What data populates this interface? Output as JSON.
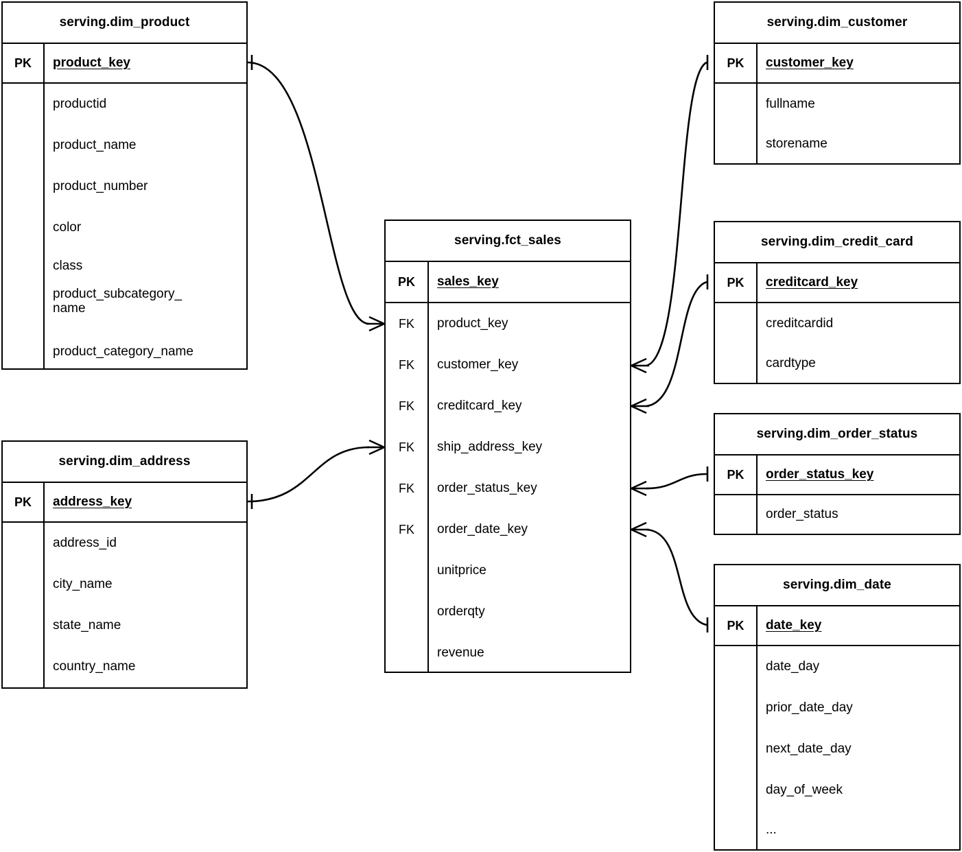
{
  "diagram": {
    "title": "Star schema ER diagram",
    "notation": "crow's foot",
    "background_color": "#ffffff",
    "line_color": "#000000",
    "key_labels": {
      "pk": "PK",
      "fk": "FK"
    }
  },
  "entities": [
    {
      "id": "dim_product",
      "name": "serving.dim_product",
      "pk": "product_key",
      "pk_label": "PK",
      "attributes": [
        "productid",
        "product_name",
        "product_number",
        "color",
        "class",
        "product_subcategory_\nname",
        "product_category_name"
      ]
    },
    {
      "id": "dim_address",
      "name": "serving.dim_address",
      "pk": "address_key",
      "pk_label": "PK",
      "attributes": [
        "address_id",
        "city_name",
        "state_name",
        "country_name"
      ]
    },
    {
      "id": "fct_sales",
      "name": "serving.fct_sales",
      "pk": "sales_key",
      "pk_label": "PK",
      "foreign_keys": [
        {
          "label": "FK",
          "name": "product_key"
        },
        {
          "label": "FK",
          "name": "customer_key"
        },
        {
          "label": "FK",
          "name": "creditcard_key"
        },
        {
          "label": "FK",
          "name": "ship_address_key"
        },
        {
          "label": "FK",
          "name": "order_status_key"
        },
        {
          "label": "FK",
          "name": "order_date_key"
        }
      ],
      "attributes": [
        "unitprice",
        "orderqty",
        "revenue"
      ]
    },
    {
      "id": "dim_customer",
      "name": "serving.dim_customer",
      "pk": "customer_key",
      "pk_label": "PK",
      "attributes": [
        "fullname",
        "storename"
      ]
    },
    {
      "id": "dim_credit_card",
      "name": "serving.dim_credit_card",
      "pk": "creditcard_key",
      "pk_label": "PK",
      "attributes": [
        "creditcardid",
        "cardtype"
      ]
    },
    {
      "id": "dim_order_status",
      "name": "serving.dim_order_status",
      "pk": "order_status_key",
      "pk_label": "PK",
      "attributes": [
        "order_status"
      ]
    },
    {
      "id": "dim_date",
      "name": "serving.dim_date",
      "pk": "date_key",
      "pk_label": "PK",
      "attributes": [
        "date_day",
        "prior_date_day",
        "next_date_day",
        "day_of_week",
        "..."
      ]
    }
  ],
  "relationships": [
    {
      "id": "rel-product",
      "from": "dim_product.product_key",
      "to": "fct_sales.product_key",
      "from_cardinality": "one",
      "to_cardinality": "many"
    },
    {
      "id": "rel-address",
      "from": "dim_address.address_key",
      "to": "fct_sales.ship_address_key",
      "from_cardinality": "one",
      "to_cardinality": "many"
    },
    {
      "id": "rel-customer",
      "from": "dim_customer.customer_key",
      "to": "fct_sales.customer_key",
      "from_cardinality": "one",
      "to_cardinality": "many"
    },
    {
      "id": "rel-creditcard",
      "from": "dim_credit_card.creditcard_key",
      "to": "fct_sales.creditcard_key",
      "from_cardinality": "one",
      "to_cardinality": "many"
    },
    {
      "id": "rel-orderstatus",
      "from": "dim_order_status.order_status_key",
      "to": "fct_sales.order_status_key",
      "from_cardinality": "one",
      "to_cardinality": "many"
    },
    {
      "id": "rel-date",
      "from": "dim_date.date_key",
      "to": "fct_sales.order_date_key",
      "from_cardinality": "one",
      "to_cardinality": "many"
    }
  ]
}
